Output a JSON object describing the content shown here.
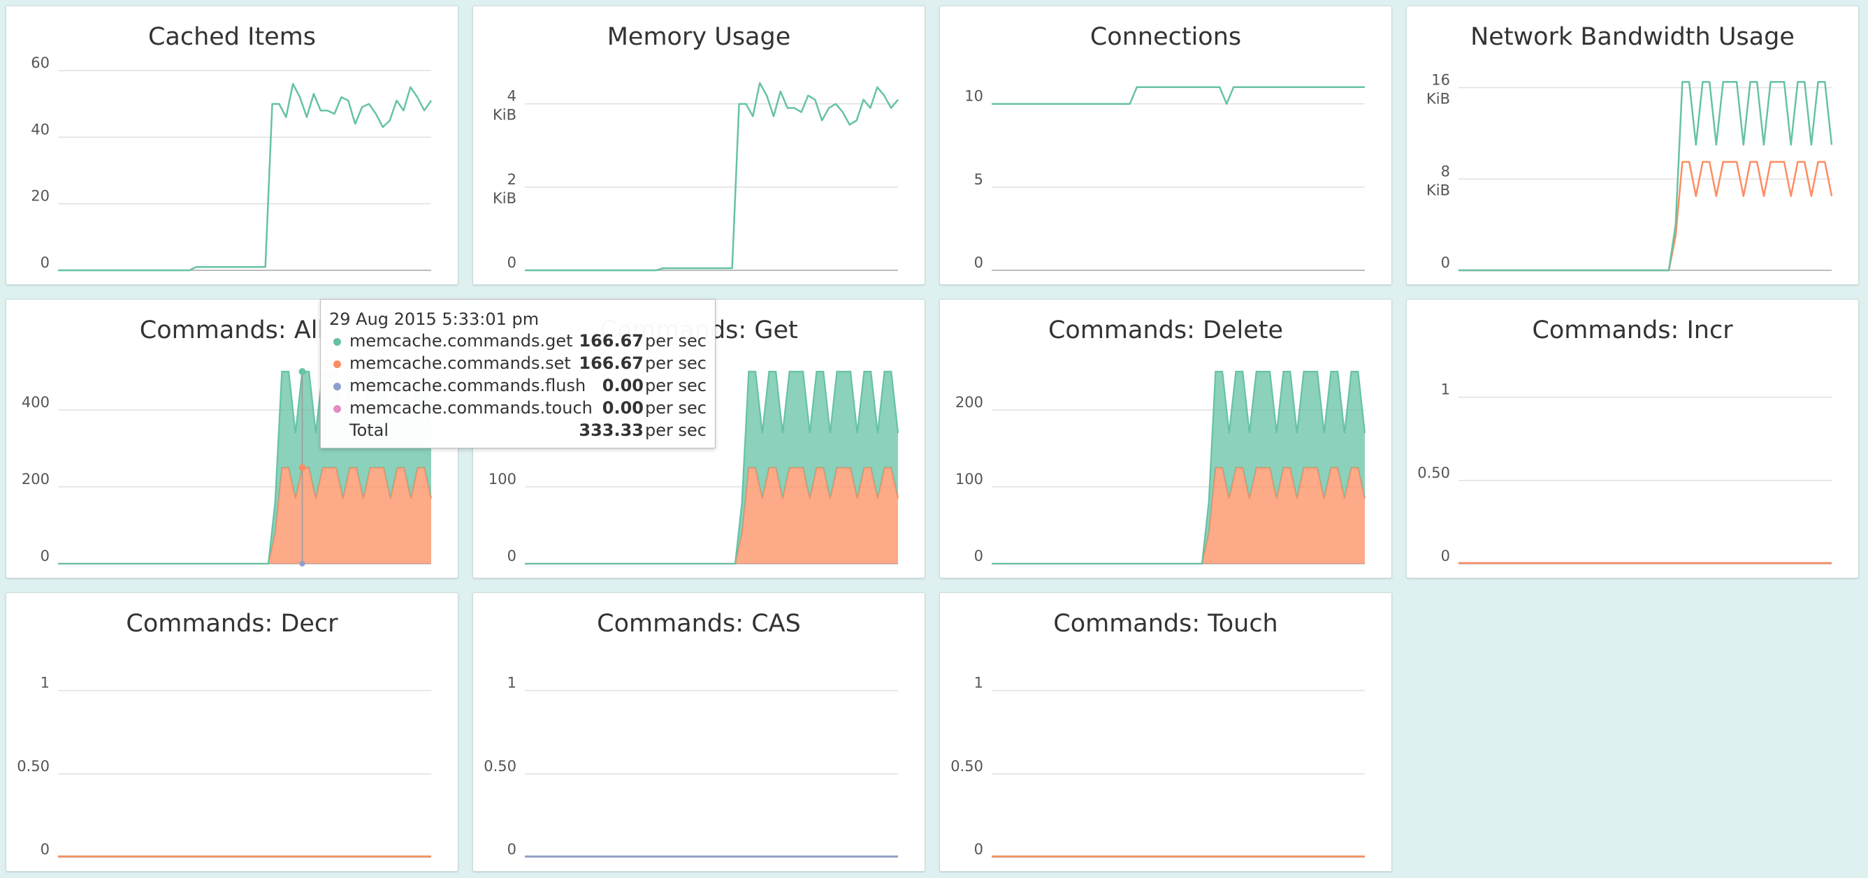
{
  "colors": {
    "get": "#66c2a5",
    "set": "#fc8d62",
    "flush": "#8da0cb",
    "touch": "#e78ac3",
    "grid": "#e0e0e0",
    "background": "#def0ef"
  },
  "charts": [
    {
      "id": "cached-items",
      "title": "Cached Items",
      "type": "line",
      "ymax": 60,
      "ticks": [
        {
          "v": 0,
          "label": [
            "0"
          ]
        },
        {
          "v": 20,
          "label": [
            "20"
          ]
        },
        {
          "v": 40,
          "label": [
            "40"
          ]
        },
        {
          "v": 60,
          "label": [
            "60"
          ]
        }
      ],
      "series": [
        {
          "color": "#66c2a5",
          "values": [
            0,
            0,
            0,
            0,
            0,
            0,
            0,
            0,
            0,
            0,
            0,
            0,
            0,
            0,
            0,
            0,
            0,
            0,
            0,
            0,
            1,
            1,
            1,
            1,
            1,
            1,
            1,
            1,
            1,
            1,
            1,
            50,
            50,
            46,
            56,
            52,
            46,
            53,
            48,
            48,
            47,
            52,
            51,
            44,
            49,
            50,
            47,
            43,
            45,
            51,
            48,
            55,
            52,
            48,
            51
          ]
        }
      ]
    },
    {
      "id": "memory-usage",
      "title": "Memory Usage",
      "type": "line",
      "ymax": 4.8,
      "ticks": [
        {
          "v": 0,
          "label": [
            "0"
          ]
        },
        {
          "v": 2,
          "label": [
            "2",
            "KiB"
          ]
        },
        {
          "v": 4,
          "label": [
            "4",
            "KiB"
          ]
        }
      ],
      "series": [
        {
          "color": "#66c2a5",
          "values": [
            0,
            0,
            0,
            0,
            0,
            0,
            0,
            0,
            0,
            0,
            0,
            0,
            0,
            0,
            0,
            0,
            0,
            0,
            0,
            0,
            0.05,
            0.05,
            0.05,
            0.05,
            0.05,
            0.05,
            0.05,
            0.05,
            0.05,
            0.05,
            0.05,
            4.0,
            4.0,
            3.7,
            4.5,
            4.2,
            3.7,
            4.3,
            3.9,
            3.9,
            3.8,
            4.2,
            4.1,
            3.6,
            3.9,
            4.0,
            3.8,
            3.5,
            3.6,
            4.1,
            3.9,
            4.4,
            4.2,
            3.9,
            4.1
          ]
        }
      ]
    },
    {
      "id": "connections",
      "title": "Connections",
      "type": "line",
      "ymax": 12,
      "ticks": [
        {
          "v": 0,
          "label": [
            "0"
          ]
        },
        {
          "v": 5,
          "label": [
            "5"
          ]
        },
        {
          "v": 10,
          "label": [
            "10"
          ]
        }
      ],
      "series": [
        {
          "color": "#66c2a5",
          "values": [
            10,
            10,
            10,
            10,
            10,
            10,
            10,
            10,
            10,
            10,
            10,
            10,
            10,
            10,
            10,
            10,
            10,
            10,
            10,
            10,
            10,
            11,
            11,
            11,
            11,
            11,
            11,
            11,
            11,
            11,
            11,
            11,
            11,
            11,
            10,
            11,
            11,
            11,
            11,
            11,
            11,
            11,
            11,
            11,
            11,
            11,
            11,
            11,
            11,
            11,
            11,
            11,
            11,
            11,
            11
          ]
        }
      ]
    },
    {
      "id": "network-bandwidth",
      "title": "Network Bandwidth Usage",
      "type": "line",
      "ymax": 17.5,
      "ticks": [
        {
          "v": 0,
          "label": [
            "0"
          ]
        },
        {
          "v": 8,
          "label": [
            "8",
            "KiB"
          ]
        },
        {
          "v": 16,
          "label": [
            "16",
            "KiB"
          ]
        }
      ],
      "series": [
        {
          "color": "#fc8d62",
          "values": [
            0,
            0,
            0,
            0,
            0,
            0,
            0,
            0,
            0,
            0,
            0,
            0,
            0,
            0,
            0,
            0,
            0,
            0,
            0,
            0,
            0,
            0,
            0,
            0,
            0,
            0,
            0,
            0,
            0,
            0,
            0,
            0,
            3,
            9.5,
            9.5,
            6.5,
            9.5,
            9.5,
            6.5,
            9.5,
            9.5,
            9.5,
            6.5,
            9.5,
            9.5,
            6.5,
            9.5,
            9.5,
            9.5,
            6.5,
            9.5,
            9.5,
            6.5,
            9.5,
            9.5,
            6.5
          ]
        },
        {
          "color": "#66c2a5",
          "values": [
            0,
            0,
            0,
            0,
            0,
            0,
            0,
            0,
            0,
            0,
            0,
            0,
            0,
            0,
            0,
            0,
            0,
            0,
            0,
            0,
            0,
            0,
            0,
            0,
            0,
            0,
            0,
            0,
            0,
            0,
            0,
            0,
            4,
            16.5,
            16.5,
            11,
            16.5,
            16.5,
            11,
            16.5,
            16.5,
            16.5,
            11,
            16.5,
            16.5,
            11,
            16.5,
            16.5,
            16.5,
            11,
            16.5,
            16.5,
            11,
            16.5,
            16.5,
            11
          ]
        }
      ]
    },
    {
      "id": "commands-all",
      "title": "Commands: All",
      "type": "area",
      "ymax": 520,
      "ticks": [
        {
          "v": 0,
          "label": [
            "0"
          ]
        },
        {
          "v": 200,
          "label": [
            "200"
          ]
        },
        {
          "v": 400,
          "label": [
            "400"
          ]
        }
      ],
      "cursor_index": 36,
      "series": [
        {
          "color": "#fc8d62",
          "values": [
            0,
            0,
            0,
            0,
            0,
            0,
            0,
            0,
            0,
            0,
            0,
            0,
            0,
            0,
            0,
            0,
            0,
            0,
            0,
            0,
            0,
            0,
            0,
            0,
            0,
            0,
            0,
            0,
            0,
            0,
            0,
            0,
            80,
            250,
            250,
            170,
            250,
            250,
            170,
            250,
            250,
            250,
            170,
            250,
            250,
            170,
            250,
            250,
            250,
            170,
            250,
            250,
            170,
            250,
            250,
            170
          ]
        },
        {
          "color": "#66c2a5",
          "values": [
            0,
            0,
            0,
            0,
            0,
            0,
            0,
            0,
            0,
            0,
            0,
            0,
            0,
            0,
            0,
            0,
            0,
            0,
            0,
            0,
            0,
            0,
            0,
            0,
            0,
            0,
            0,
            0,
            0,
            0,
            0,
            0,
            80,
            250,
            250,
            170,
            250,
            250,
            170,
            250,
            250,
            250,
            170,
            250,
            250,
            170,
            250,
            250,
            250,
            170,
            250,
            250,
            170,
            250,
            250,
            170
          ]
        }
      ]
    },
    {
      "id": "commands-get",
      "title": "Commands: Get",
      "type": "area",
      "ymax": 260,
      "ticks": [
        {
          "v": 0,
          "label": [
            "0"
          ]
        },
        {
          "v": 100,
          "label": [
            "100"
          ]
        }
      ],
      "series": [
        {
          "color": "#fc8d62",
          "values": [
            0,
            0,
            0,
            0,
            0,
            0,
            0,
            0,
            0,
            0,
            0,
            0,
            0,
            0,
            0,
            0,
            0,
            0,
            0,
            0,
            0,
            0,
            0,
            0,
            0,
            0,
            0,
            0,
            0,
            0,
            0,
            0,
            40,
            125,
            125,
            85,
            125,
            125,
            85,
            125,
            125,
            125,
            85,
            125,
            125,
            85,
            125,
            125,
            125,
            85,
            125,
            125,
            85,
            125,
            125,
            85
          ]
        },
        {
          "color": "#66c2a5",
          "values": [
            0,
            0,
            0,
            0,
            0,
            0,
            0,
            0,
            0,
            0,
            0,
            0,
            0,
            0,
            0,
            0,
            0,
            0,
            0,
            0,
            0,
            0,
            0,
            0,
            0,
            0,
            0,
            0,
            0,
            0,
            0,
            0,
            40,
            125,
            125,
            85,
            125,
            125,
            85,
            125,
            125,
            125,
            85,
            125,
            125,
            85,
            125,
            125,
            125,
            85,
            125,
            125,
            85,
            125,
            125,
            85
          ]
        }
      ]
    },
    {
      "id": "commands-delete",
      "title": "Commands: Delete",
      "type": "area",
      "ymax": 260,
      "ticks": [
        {
          "v": 0,
          "label": [
            "0"
          ]
        },
        {
          "v": 100,
          "label": [
            "100"
          ]
        },
        {
          "v": 200,
          "label": [
            "200"
          ]
        }
      ],
      "series": [
        {
          "color": "#fc8d62",
          "values": [
            0,
            0,
            0,
            0,
            0,
            0,
            0,
            0,
            0,
            0,
            0,
            0,
            0,
            0,
            0,
            0,
            0,
            0,
            0,
            0,
            0,
            0,
            0,
            0,
            0,
            0,
            0,
            0,
            0,
            0,
            0,
            0,
            40,
            125,
            125,
            85,
            125,
            125,
            85,
            125,
            125,
            125,
            85,
            125,
            125,
            85,
            125,
            125,
            125,
            85,
            125,
            125,
            85,
            125,
            125,
            85
          ]
        },
        {
          "color": "#66c2a5",
          "values": [
            0,
            0,
            0,
            0,
            0,
            0,
            0,
            0,
            0,
            0,
            0,
            0,
            0,
            0,
            0,
            0,
            0,
            0,
            0,
            0,
            0,
            0,
            0,
            0,
            0,
            0,
            0,
            0,
            0,
            0,
            0,
            0,
            40,
            125,
            125,
            85,
            125,
            125,
            85,
            125,
            125,
            125,
            85,
            125,
            125,
            85,
            125,
            125,
            125,
            85,
            125,
            125,
            85,
            125,
            125,
            85
          ]
        }
      ]
    },
    {
      "id": "commands-incr",
      "title": "Commands: Incr",
      "type": "flat",
      "ymax": 1.2,
      "ticks": [
        {
          "v": 0,
          "label": [
            "0"
          ]
        },
        {
          "v": 0.5,
          "label": [
            "0.50"
          ]
        },
        {
          "v": 1,
          "label": [
            "1"
          ]
        }
      ],
      "series": [
        {
          "color": "#fc8d62",
          "values": [
            0,
            0
          ]
        }
      ]
    },
    {
      "id": "commands-decr",
      "title": "Commands: Decr",
      "type": "flat",
      "ymax": 1.2,
      "ticks": [
        {
          "v": 0,
          "label": [
            "0"
          ]
        },
        {
          "v": 0.5,
          "label": [
            "0.50"
          ]
        },
        {
          "v": 1,
          "label": [
            "1"
          ]
        }
      ],
      "series": [
        {
          "color": "#fc8d62",
          "values": [
            0,
            0
          ]
        }
      ]
    },
    {
      "id": "commands-cas",
      "title": "Commands: CAS",
      "type": "flat",
      "ymax": 1.2,
      "ticks": [
        {
          "v": 0,
          "label": [
            "0"
          ]
        },
        {
          "v": 0.5,
          "label": [
            "0.50"
          ]
        },
        {
          "v": 1,
          "label": [
            "1"
          ]
        }
      ],
      "series": [
        {
          "color": "#8da0cb",
          "values": [
            0,
            0
          ]
        }
      ]
    },
    {
      "id": "commands-touch",
      "title": "Commands: Touch",
      "type": "flat",
      "ymax": 1.2,
      "ticks": [
        {
          "v": 0,
          "label": [
            "0"
          ]
        },
        {
          "v": 0.5,
          "label": [
            "0.50"
          ]
        },
        {
          "v": 1,
          "label": [
            "1"
          ]
        }
      ],
      "series": [
        {
          "color": "#fc8d62",
          "values": [
            0,
            0
          ]
        }
      ]
    }
  ],
  "tooltip": {
    "header": "29 Aug 2015 5:33:01 pm",
    "rows": [
      {
        "name": "memcache.commands.get",
        "value": "166.67",
        "unit": "per sec",
        "color": "#66c2a5"
      },
      {
        "name": "memcache.commands.set",
        "value": "166.67",
        "unit": "per sec",
        "color": "#fc8d62"
      },
      {
        "name": "memcache.commands.flush",
        "value": "0.00",
        "unit": "per sec",
        "color": "#8da0cb"
      },
      {
        "name": "memcache.commands.touch",
        "value": "0.00",
        "unit": "per sec",
        "color": "#e78ac3"
      },
      {
        "name": "Total",
        "value": "333.33",
        "unit": "per sec",
        "color": ""
      }
    ]
  }
}
